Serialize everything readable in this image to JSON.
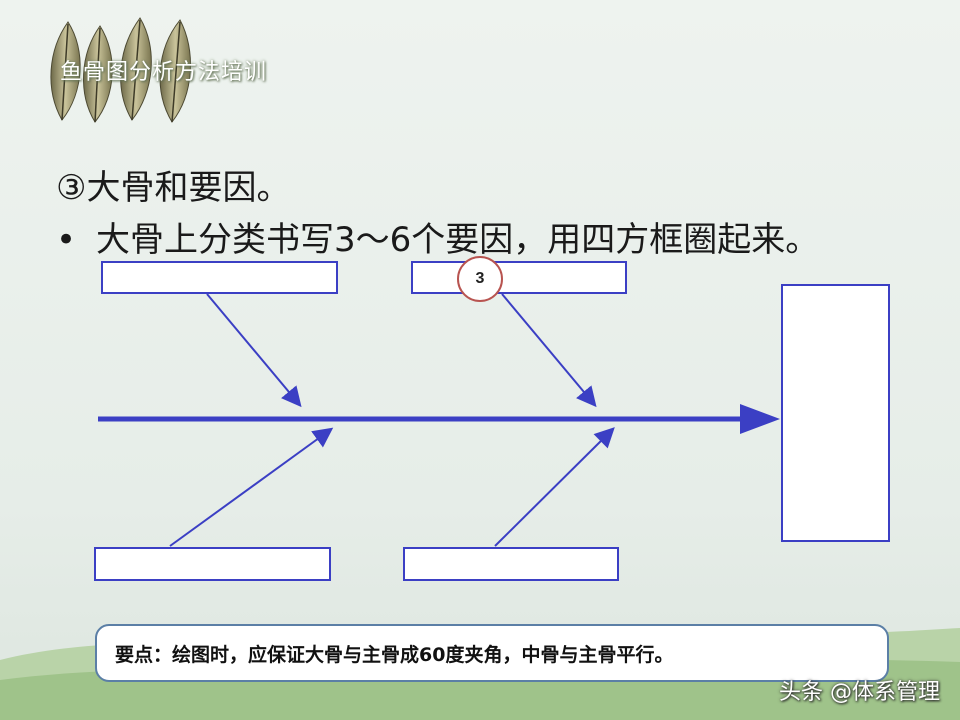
{
  "header": {
    "title": "鱼骨图分析方法培训",
    "decoration_icon": "leaves-icon"
  },
  "content": {
    "heading": "③大骨和要因。",
    "bullet_symbol": "•",
    "bullet_text": "大骨上分类书写3～6个要因，用四方框圈起来。"
  },
  "diagram": {
    "badge_number": "3",
    "line_color": "#3b3fc4",
    "badge_border_color": "#b85450"
  },
  "note": {
    "text": "要点：绘图时，应保证大骨与主骨成60度夹角，中骨与主骨平行。"
  },
  "watermark": {
    "text": "头条 @体系管理"
  }
}
